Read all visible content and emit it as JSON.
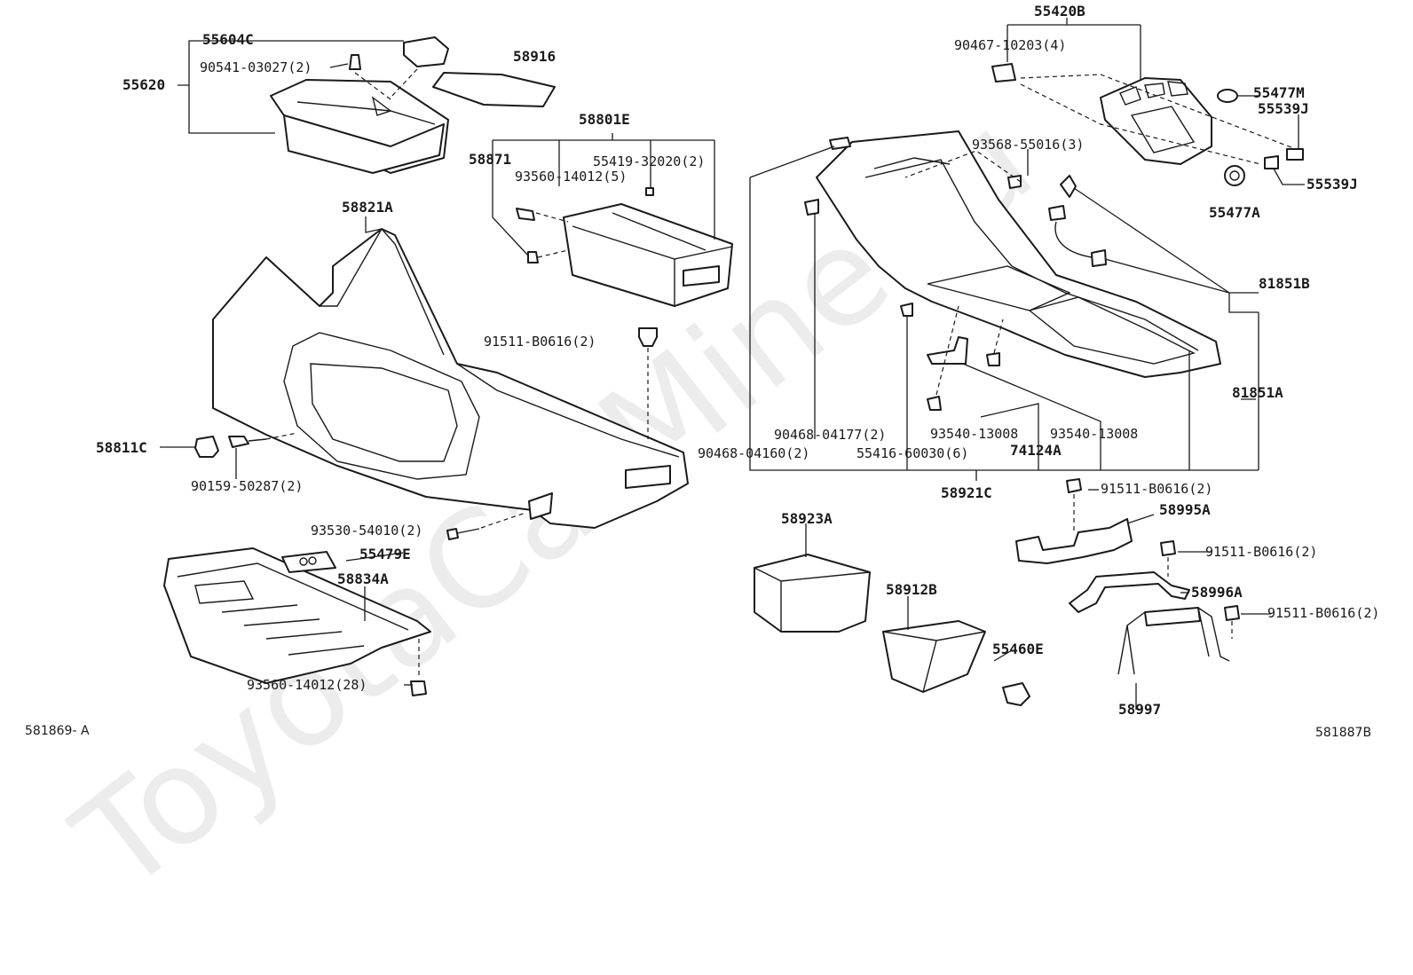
{
  "watermark": "ToyotaCarMine.ru",
  "diagram_codes": {
    "left": "581869- A",
    "right": "581887B"
  },
  "labels": {
    "p55604C": "55604C",
    "p90541": "90541-03027(2)",
    "p55620": "55620",
    "p58916": "58916",
    "p58801E": "58801E",
    "p58871": "58871",
    "p55419": "55419-32020(2)",
    "p93560a": "93560-14012(5)",
    "p58821A": "58821A",
    "p91511a": "91511-B0616(2)",
    "p58811C": "58811C",
    "p90159": "90159-50287(2)",
    "p93530": "93530-54010(2)",
    "p55479E": "55479E",
    "p58834A": "58834A",
    "p93560b": "93560-14012(28)",
    "p55420B": "55420B",
    "p90467": "90467-10203(4)",
    "p55477M": "55477M",
    "p55539Ja": "55539J",
    "p55539Jb": "55539J",
    "p93568": "93568-55016(3)",
    "p55477A": "55477A",
    "p81851B": "81851B",
    "p81851A": "81851A",
    "p90468a": "90468-04177(2)",
    "p90468b": "90468-04160(2)",
    "p93540a": "93540-13008",
    "p93540b": "93540-13008",
    "p55416": "55416-60030(6)",
    "p74124A": "74124A",
    "p58921C": "58921C",
    "p91511b": "91511-B0616(2)",
    "p58995A": "58995A",
    "p58923A": "58923A",
    "p91511c": "91511-B0616(2)",
    "p58912B": "58912B",
    "p58996A": "58996A",
    "p91511d": "91511-B0616(2)",
    "p55460E": "55460E",
    "p58997": "58997"
  }
}
